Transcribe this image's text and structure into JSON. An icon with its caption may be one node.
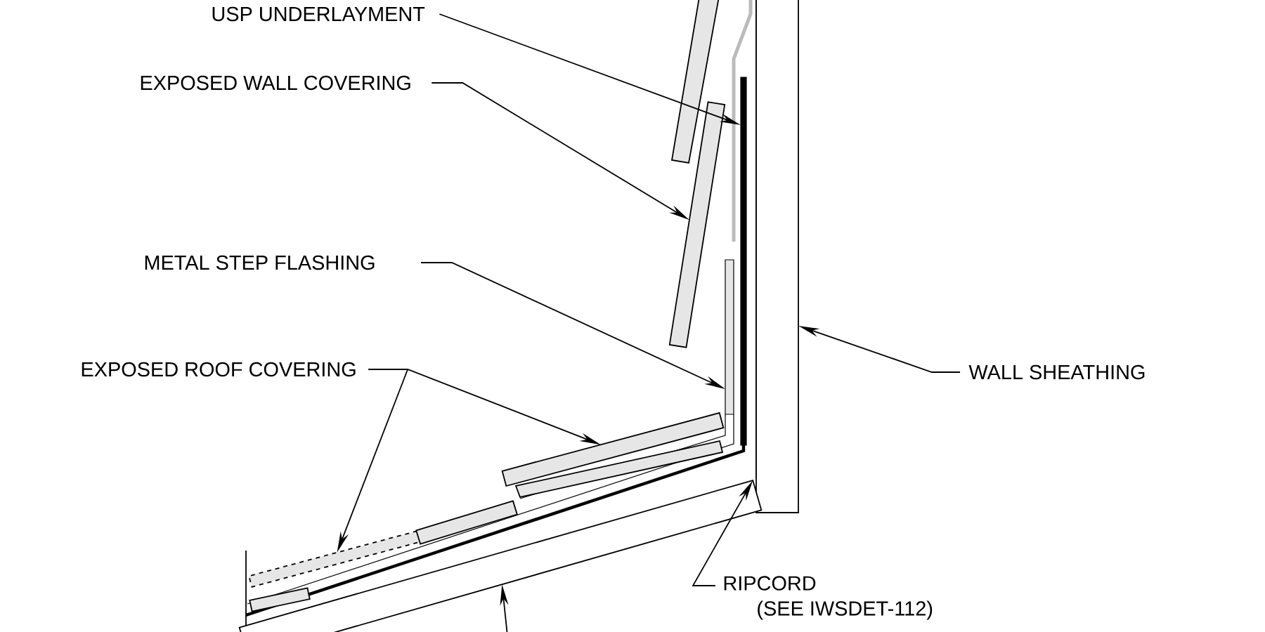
{
  "diagram": {
    "nodes": [
      {
        "text": [
          "USP UNDERLAYMENT"
        ]
      },
      {
        "text": [
          "EXPOSED WALL COVERING"
        ]
      },
      {
        "text": [
          "METAL STEP FLASHING"
        ]
      },
      {
        "text": [
          "EXPOSED ROOF COVERING"
        ]
      },
      {
        "text": [
          "WALL SHEATHING"
        ]
      },
      {
        "text": [
          "RIPCORD",
          "(SEE IWSDET-112)"
        ]
      },
      {
        "text": [],
        "shape": "bar"
      },
      {
        "text": [],
        "shape": "box"
      },
      {
        "text": [],
        "shape": "bar"
      },
      {
        "text": [],
        "shape": "box"
      },
      {
        "text": [],
        "shape": "box"
      },
      {
        "text": [],
        "shape": "box"
      },
      {
        "text": [],
        "shape": "box"
      },
      {
        "text": [],
        "shape": "box"
      },
      {
        "text": [],
        "shape": "box"
      }
    ],
    "edges": [
      {
        "from": 0,
        "to": 6,
        "arrow": "to"
      },
      {
        "from": 1,
        "to": 7,
        "arrow": "to"
      },
      {
        "from": 2,
        "to": 8,
        "arrow": "to"
      },
      {
        "from": 3,
        "to": 9,
        "arrow": "to"
      },
      {
        "from": 3,
        "to": 12,
        "arrow": "to"
      },
      {
        "from": 4,
        "to": 10,
        "arrow": "to"
      },
      {
        "from": 5,
        "to": 11,
        "arrow": "to"
      },
      {
        "from": null,
        "to": 11,
        "arrow": "to"
      }
    ]
  }
}
